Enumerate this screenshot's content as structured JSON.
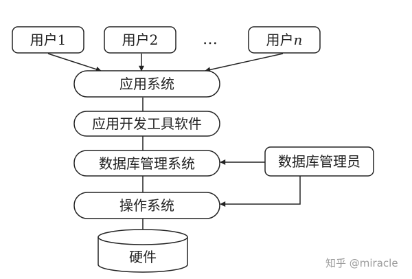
{
  "users": {
    "user1": "用户1",
    "user2": "用户2",
    "ellipsis": "…",
    "userN_prefix": "用户",
    "userN_var": "n"
  },
  "layers": {
    "app_system": "应用系统",
    "dev_tools": "应用开发工具软件",
    "dbms": "数据库管理系统",
    "os": "操作系统",
    "hardware": "硬件"
  },
  "dba": "数据库管理员",
  "watermark": "知乎 @miracle"
}
